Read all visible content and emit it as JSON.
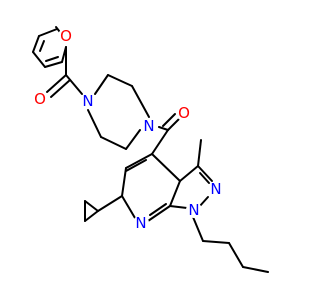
{
  "colors": {
    "background": "#ffffff",
    "bond": "#000000",
    "oxygen": "#ff0000",
    "nitrogen": "#0000ff"
  },
  "atoms": {
    "furan_o": "O",
    "carbonyl_o_1": "O",
    "piperazine_n_1": "N",
    "piperazine_n_2": "N",
    "carbonyl_o_2": "O",
    "pyrazole_n_2": "N",
    "pyrazole_n_1": "N",
    "pyridine_n": "N"
  }
}
